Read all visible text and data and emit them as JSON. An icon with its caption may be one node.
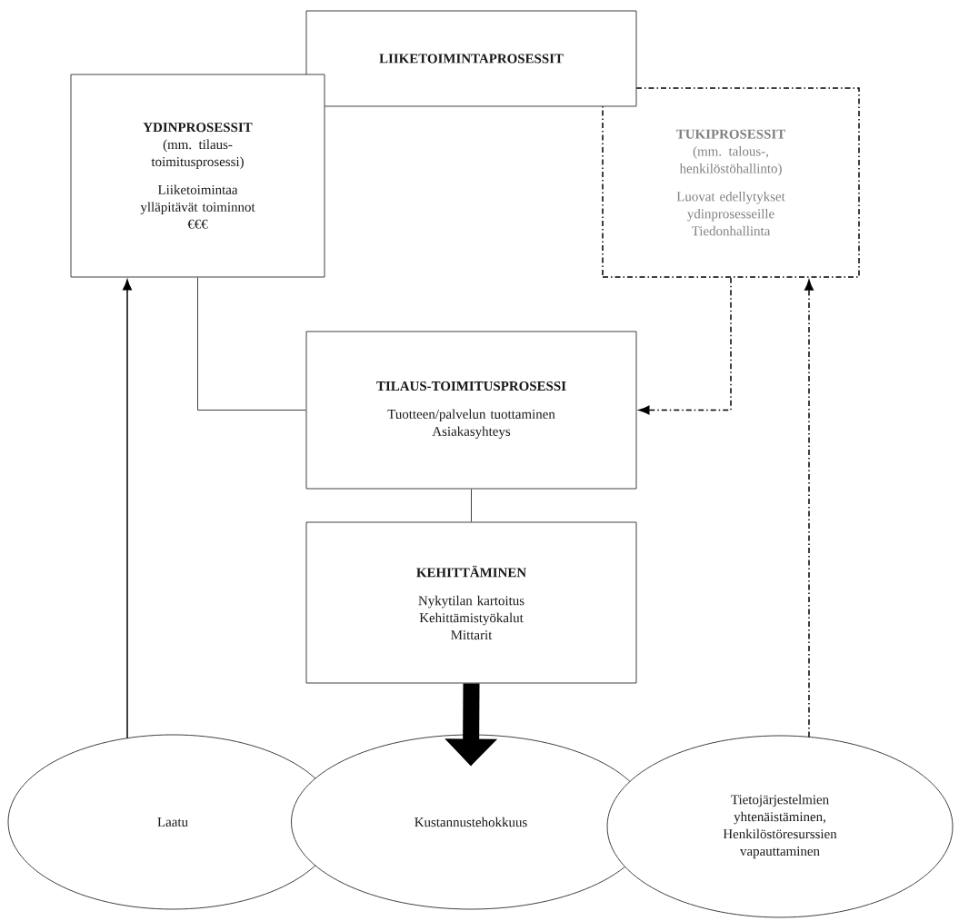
{
  "diagram": {
    "nodes": [
      {
        "text": [
          "LIIKETOIMINTAPROSESSIT"
        ]
      },
      {
        "text": [
          "YDINPROSESSIT",
          "(mm. tilaus-toimitusprosessi)",
          "Liiketoimintaa ylläpitävät toiminnot",
          "€€€"
        ]
      },
      {
        "text": [
          "TUKIPROSESSIT",
          "(mm. talous-, henkilöstöhallinto)",
          "Luovat edellytykset ydinprosesseille",
          "Tiedonhallinta"
        ]
      },
      {
        "text": [
          "TILAUS-TOIMITUSPROSESSI",
          "Tuotteen/palvelun tuottaminen",
          "Asiakasyhteys"
        ]
      },
      {
        "text": [
          "KEHITTÄMINEN",
          "Nykytilan kartoitus",
          "Kehittämistyökalut",
          "Mittarit"
        ]
      },
      {
        "text": [
          "Laatu"
        ]
      },
      {
        "text": [
          "Kustannustehokkuus"
        ]
      },
      {
        "text": [
          "Tietojärjestelmien yhtenäistäminen, Henkilöstöresurssien vapauttaminen"
        ]
      }
    ],
    "edges": [
      {
        "from": 1,
        "to": 3,
        "arrow": "none"
      },
      {
        "from": 3,
        "to": 4,
        "arrow": "none"
      },
      {
        "from": 2,
        "to": 3,
        "arrow": "to",
        "style": "dashed"
      },
      {
        "from": 5,
        "to": 1,
        "arrow": "to"
      },
      {
        "from": 7,
        "to": 2,
        "arrow": "to",
        "style": "dashed"
      },
      {
        "from": 4,
        "to": 6,
        "arrow": "to",
        "style": "thick"
      }
    ]
  }
}
